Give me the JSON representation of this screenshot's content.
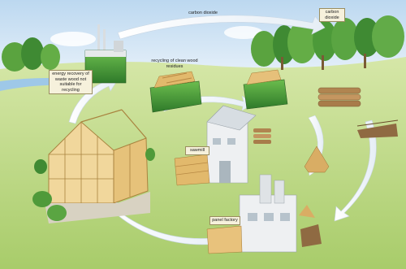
{
  "labels": {
    "carbon_dioxide_top": "carbon dioxide",
    "carbon_dioxide_right": "carbon dioxide",
    "energy_recovery": "energy recovery of waste wood not suitable for recycling",
    "recycling": "recycling of clean wood residues",
    "sawmill": "sawmill",
    "panel_factory": "panel factory"
  },
  "colors": {
    "sky": "#cfe3f4",
    "grass": "#bfd98a",
    "forest": "#4f9a3a",
    "wood": "#e7c27a",
    "container": "#4f9e3d",
    "arrow": "#ffffff"
  }
}
